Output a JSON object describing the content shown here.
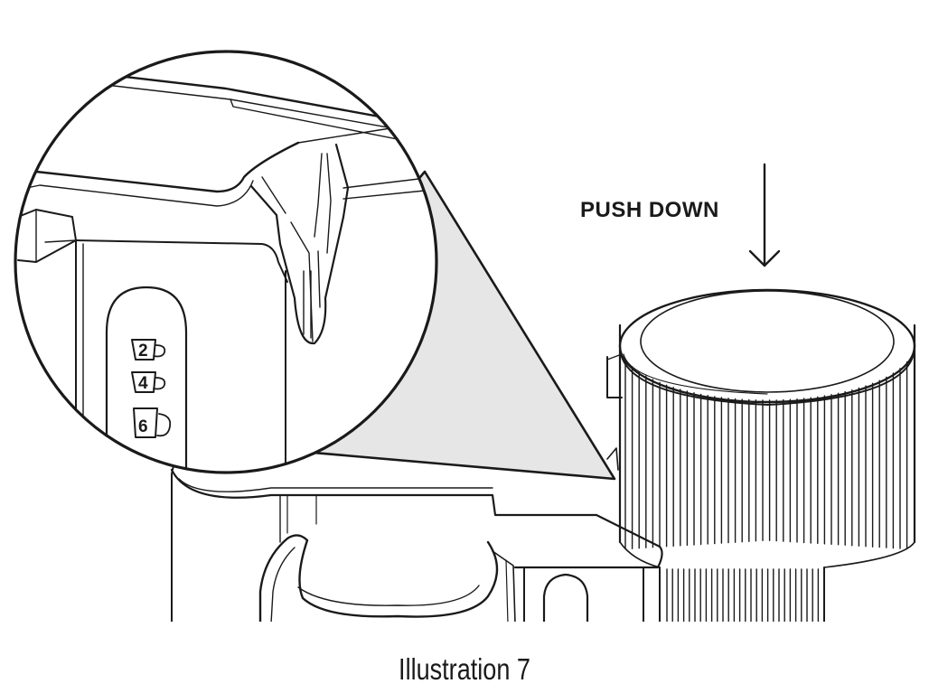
{
  "diagram": {
    "instruction_label": "PUSH DOWN",
    "cup_markings": [
      "2",
      "4",
      "6"
    ],
    "caption": "Illustration 7"
  }
}
